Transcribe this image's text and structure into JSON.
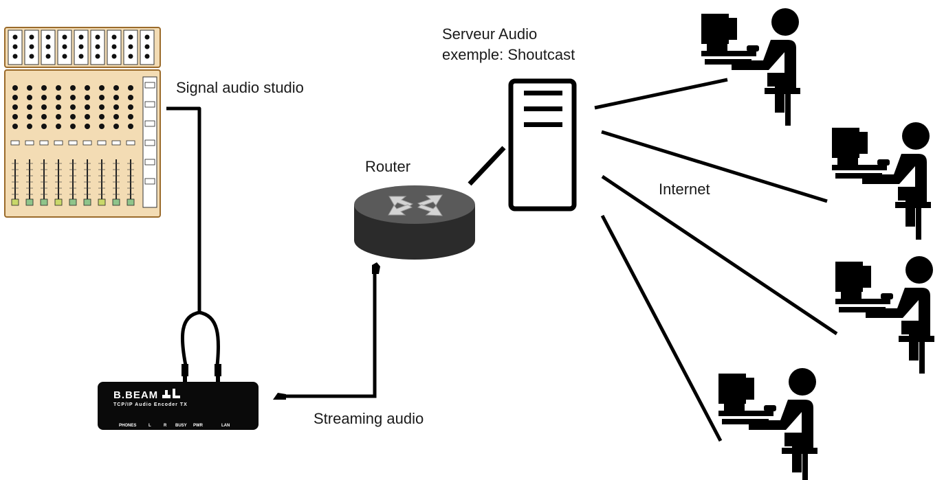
{
  "labels": {
    "signal": "Signal audio studio",
    "server_line1": "Serveur Audio",
    "server_line2": "exemple: Shoutcast",
    "router": "Router",
    "internet": "Internet",
    "streaming": "Streaming audio"
  },
  "encoder": {
    "brand": "B.BEAM",
    "model": "TCP/IP Audio Encoder TX",
    "ports": [
      "PHONES",
      "L",
      "R",
      "BUSY",
      "PWR",
      "LAN"
    ]
  },
  "colors": {
    "line": "#000000",
    "mixer_body": "#f3dcb4",
    "mixer_border": "#9a6a2a",
    "router_top": "#5a5a5a",
    "router_side": "#2b2b2b"
  },
  "icons": [
    "mixing-console-icon",
    "encoder-device-icon",
    "router-icon",
    "server-tower-icon",
    "listener-computer-icon"
  ]
}
